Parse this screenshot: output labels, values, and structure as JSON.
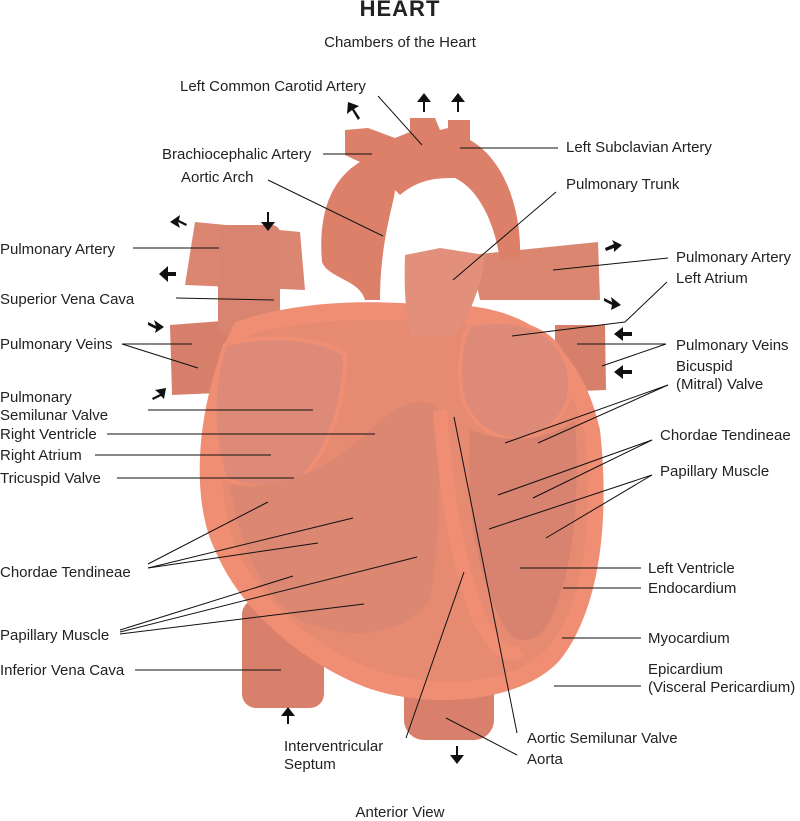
{
  "title": "HEART",
  "subtitle": "Chambers of the Heart",
  "footer": "Anterior View",
  "labels": {
    "left_common_carotid_artery": "Left Common Carotid Artery",
    "brachiocephalic_artery": "Brachiocephalic Artery",
    "aortic_arch": "Aortic Arch",
    "left_subclavian_artery": "Left Subclavian Artery",
    "pulmonary_trunk": "Pulmonary Trunk",
    "pulmonary_artery_left": "Pulmonary Artery",
    "pulmonary_artery_right": "Pulmonary Artery",
    "superior_vena_cava": "Superior Vena Cava",
    "left_atrium": "Left Atrium",
    "pulmonary_veins_left": "Pulmonary Veins",
    "pulmonary_veins_right": "Pulmonary Veins",
    "pulmonary_semilunar_valve_line1": "Pulmonary",
    "pulmonary_semilunar_valve_line2": "Semilunar Valve",
    "bicuspid_valve_line1": "Bicuspid",
    "bicuspid_valve_line2": "(Mitral) Valve",
    "right_ventricle": "Right Ventricle",
    "right_atrium": "Right Atrium",
    "tricuspid_valve": "Tricuspid Valve",
    "chordae_tendineae_left": "Chordae Tendineae",
    "chordae_tendineae_right": "Chordae Tendineae",
    "papillary_muscle_left": "Papillary Muscle",
    "papillary_muscle_right": "Papillary Muscle",
    "inferior_vena_cava": "Inferior Vena Cava",
    "left_ventricle": "Left Ventricle",
    "endocardium": "Endocardium",
    "myocardium": "Myocardium",
    "epicardium_line1": "Epicardium",
    "epicardium_line2": "(Visceral Pericardium)",
    "interventricular_septum_line1": "Interventricular",
    "interventricular_septum_line2": "Septum",
    "aortic_semilunar_valve": "Aortic Semilunar Valve",
    "aorta": "Aorta"
  },
  "colors": {
    "epicardium": "#f08e74",
    "myocardium_dark": "#e68a72",
    "vessel": "#d9806c",
    "aorta": "#dc806a",
    "chamber": "#dd8a78",
    "chamber_inner": "#d8836f",
    "line": "#111111"
  }
}
